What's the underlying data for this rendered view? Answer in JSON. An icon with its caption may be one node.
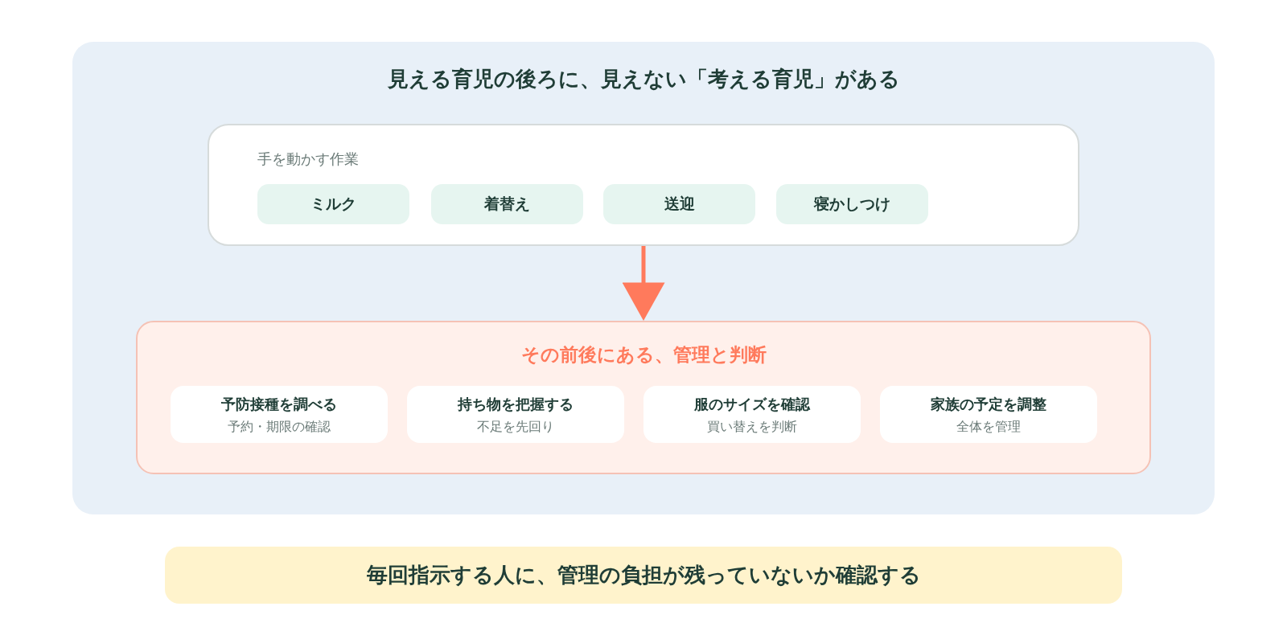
{
  "diagram": {
    "nodes": [
      {
        "text": [
          "見える育児の後ろに、見えない「考える育児」がある"
        ]
      },
      {
        "text": [
          "手を動かす作業"
        ],
        "in": 0
      },
      {
        "text": [
          "ミルク"
        ],
        "in": 1
      },
      {
        "text": [
          "着替え"
        ],
        "in": 1
      },
      {
        "text": [
          "送迎"
        ],
        "in": 1
      },
      {
        "text": [
          "寝かしつけ"
        ],
        "in": 1
      },
      {
        "text": [
          "その前後にある、管理と判断"
        ],
        "in": 0
      },
      {
        "text": [
          "予防接種を調べる",
          "予約・期限の確認"
        ],
        "in": 6
      },
      {
        "text": [
          "持ち物を把握する",
          "不足を先回り"
        ],
        "in": 6
      },
      {
        "text": [
          "服のサイズを確認",
          "買い替えを判断"
        ],
        "in": 6
      },
      {
        "text": [
          "家族の予定を調整",
          "全体を管理"
        ],
        "in": 6
      },
      {
        "text": [
          "毎回指示する人に、管理の負担が残っていないか確認する"
        ]
      }
    ],
    "edges": [
      {
        "from": 1,
        "to": 6,
        "arrow": "to"
      }
    ]
  }
}
